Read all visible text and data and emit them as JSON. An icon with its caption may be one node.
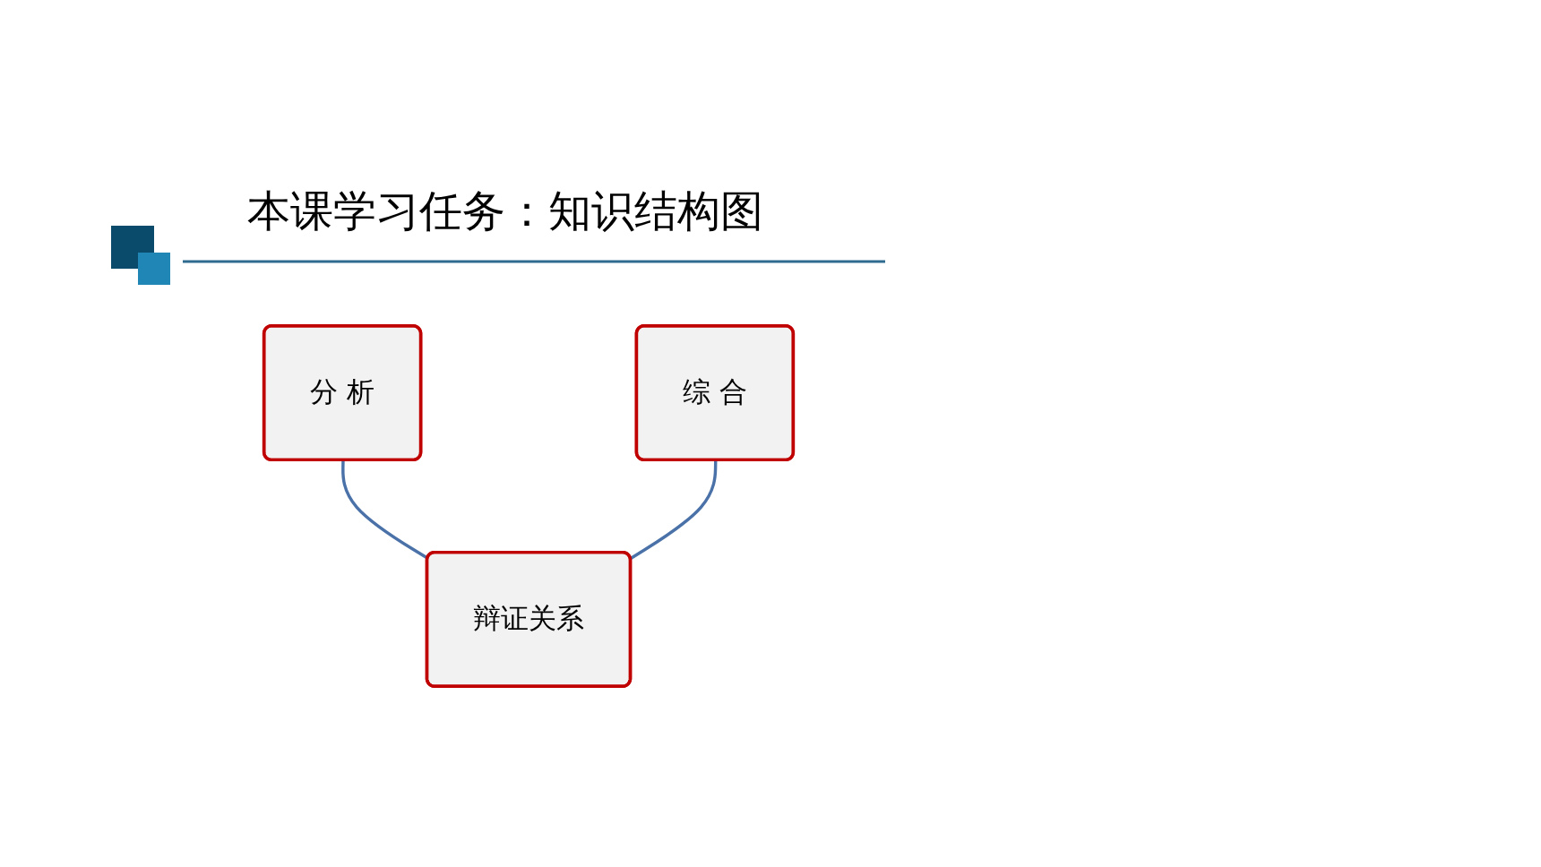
{
  "diagram": {
    "title": "本课学习任务：知识结构图",
    "nodes": [
      {
        "text": [
          "分 析"
        ]
      },
      {
        "text": [
          "综 合"
        ]
      },
      {
        "text": [
          "辩证关系"
        ]
      }
    ],
    "edges": [
      {
        "from": 0,
        "to": 2,
        "arrow": "none"
      },
      {
        "from": 1,
        "to": 2,
        "arrow": "none"
      }
    ]
  }
}
